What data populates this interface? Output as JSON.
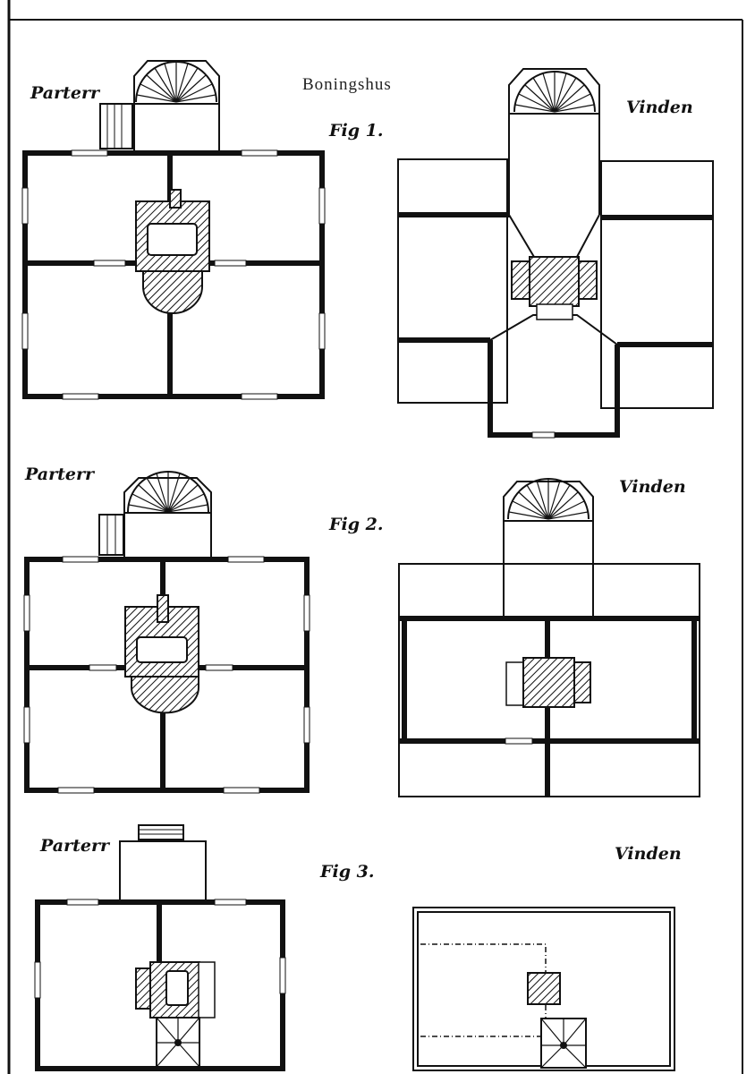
{
  "title": "Boningshus",
  "figures": [
    {
      "label": "Fig 1.",
      "left_plan": "Parterr",
      "right_plan": "Vinden"
    },
    {
      "label": "Fig 2.",
      "left_plan": "Parterr",
      "right_plan": "Vinden"
    },
    {
      "label": "Fig 3.",
      "left_plan": "Parterr",
      "right_plan": "Vinden"
    }
  ],
  "colors": {
    "ink": "#111111",
    "paper": "#ffffff"
  }
}
